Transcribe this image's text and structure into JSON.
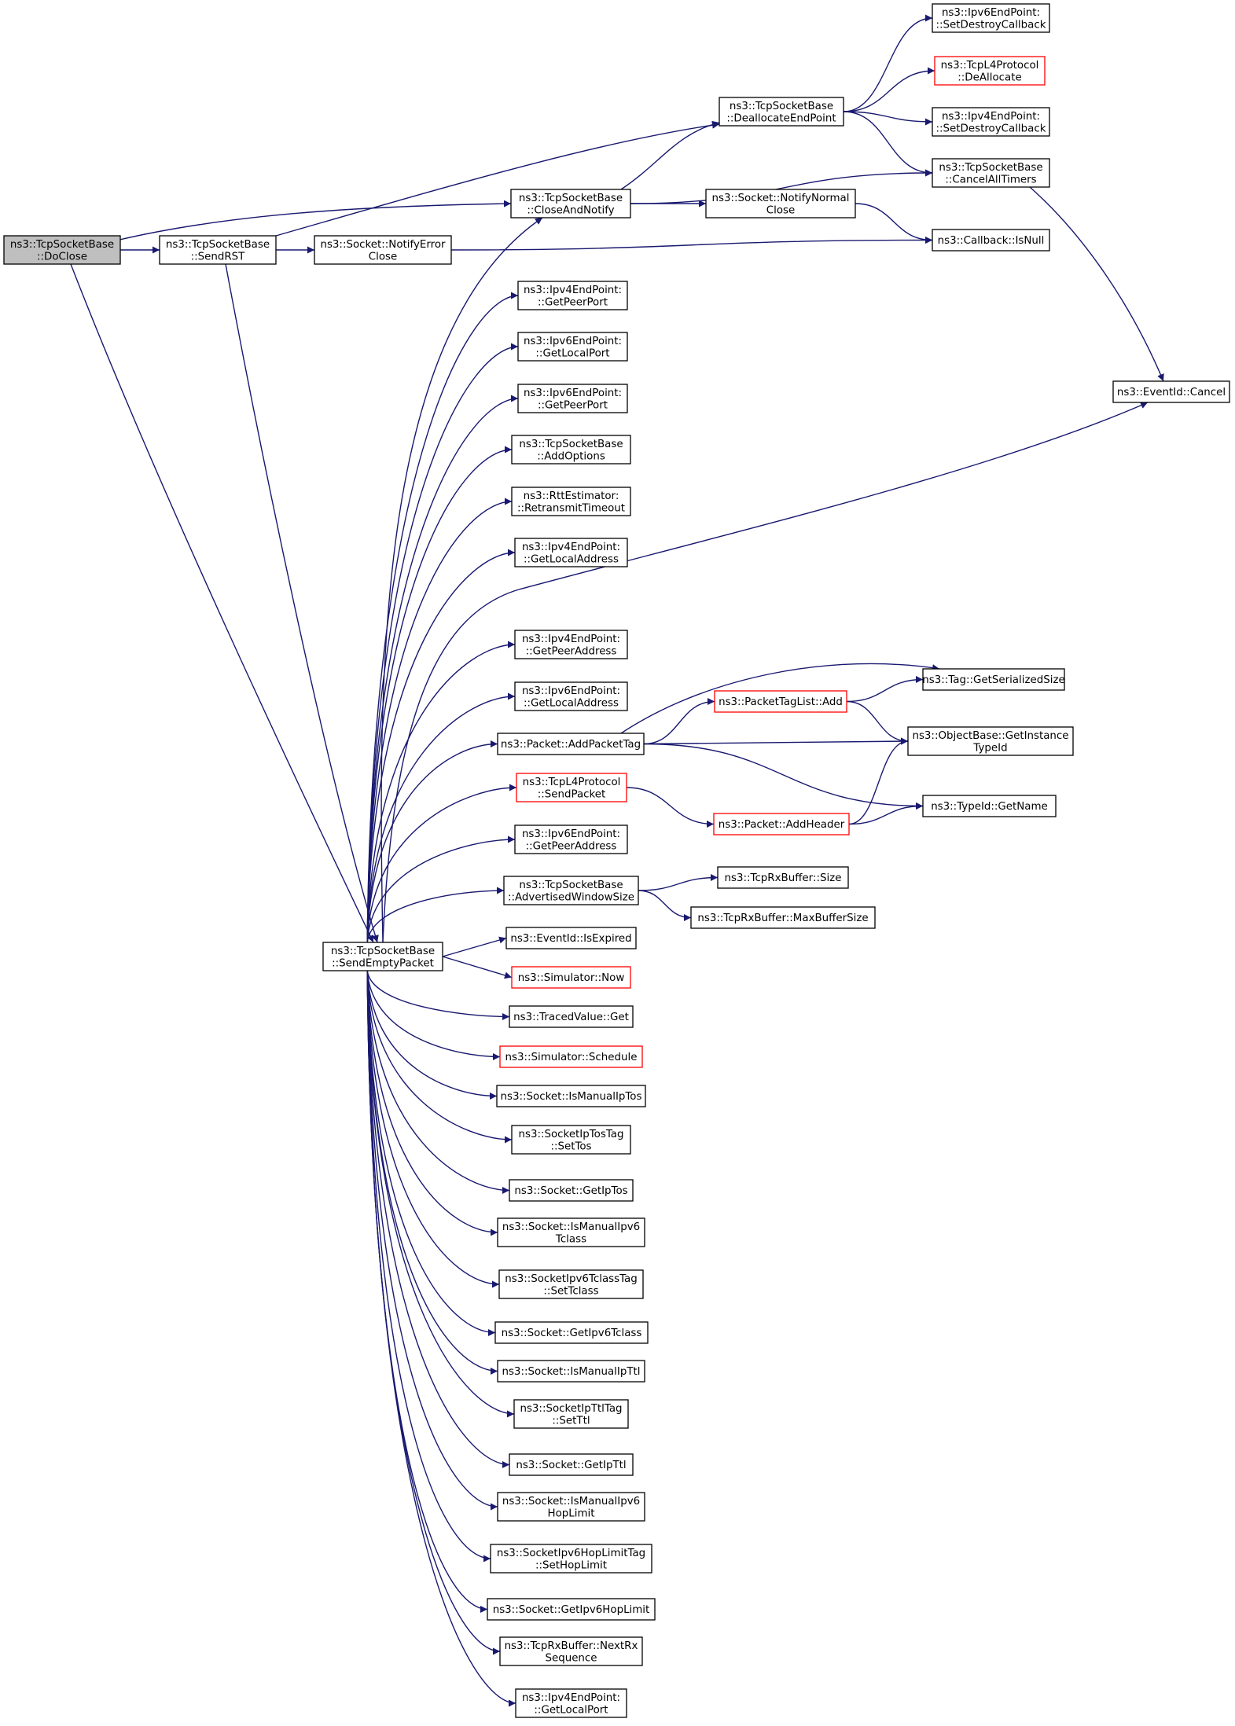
{
  "nodes": [
    {
      "id": "doclose",
      "lines": [
        "ns3::TcpSocketBase",
        "::DoClose"
      ],
      "style": "root"
    },
    {
      "id": "sendrst",
      "lines": [
        "ns3::TcpSocketBase",
        "::SendRST"
      ]
    },
    {
      "id": "notifyerror",
      "lines": [
        "ns3::Socket::NotifyError",
        "Close"
      ]
    },
    {
      "id": "closeandnotify",
      "lines": [
        "ns3::TcpSocketBase",
        "::CloseAndNotify"
      ]
    },
    {
      "id": "deallocate",
      "lines": [
        "ns3::TcpSocketBase",
        "::DeallocateEndPoint"
      ]
    },
    {
      "id": "notifynormal",
      "lines": [
        "ns3::Socket::NotifyNormal",
        "Close"
      ]
    },
    {
      "id": "ipv6destroy",
      "lines": [
        "ns3::Ipv6EndPoint:",
        "::SetDestroyCallback"
      ]
    },
    {
      "id": "tcpl4dealloc",
      "lines": [
        "ns3::TcpL4Protocol",
        "::DeAllocate"
      ],
      "style": "trunc"
    },
    {
      "id": "ipv4destroy",
      "lines": [
        "ns3::Ipv4EndPoint:",
        "::SetDestroyCallback"
      ]
    },
    {
      "id": "cancelall",
      "lines": [
        "ns3::TcpSocketBase",
        "::CancelAllTimers"
      ]
    },
    {
      "id": "isnull",
      "lines": [
        "ns3::Callback::IsNull"
      ]
    },
    {
      "id": "eventcancel",
      "lines": [
        "ns3::EventId::Cancel"
      ]
    },
    {
      "id": "sendempty",
      "lines": [
        "ns3::TcpSocketBase",
        "::SendEmptyPacket"
      ]
    },
    {
      "id": "v4peerport",
      "lines": [
        "ns3::Ipv4EndPoint:",
        "::GetPeerPort"
      ]
    },
    {
      "id": "v6localport",
      "lines": [
        "ns3::Ipv6EndPoint:",
        "::GetLocalPort"
      ]
    },
    {
      "id": "v6peerport",
      "lines": [
        "ns3::Ipv6EndPoint:",
        "::GetPeerPort"
      ]
    },
    {
      "id": "addoptions",
      "lines": [
        "ns3::TcpSocketBase",
        "::AddOptions"
      ]
    },
    {
      "id": "rtto",
      "lines": [
        "ns3::RttEstimator:",
        "::RetransmitTimeout"
      ]
    },
    {
      "id": "v4localaddr",
      "lines": [
        "ns3::Ipv4EndPoint:",
        "::GetLocalAddress"
      ]
    },
    {
      "id": "v4peeraddr",
      "lines": [
        "ns3::Ipv4EndPoint:",
        "::GetPeerAddress"
      ]
    },
    {
      "id": "v6localaddr",
      "lines": [
        "ns3::Ipv6EndPoint:",
        "::GetLocalAddress"
      ]
    },
    {
      "id": "addpackettag",
      "lines": [
        "ns3::Packet::AddPacketTag"
      ]
    },
    {
      "id": "tcpl4send",
      "lines": [
        "ns3::TcpL4Protocol",
        "::SendPacket"
      ],
      "style": "trunc"
    },
    {
      "id": "v6peeraddr",
      "lines": [
        "ns3::Ipv6EndPoint:",
        "::GetPeerAddress"
      ]
    },
    {
      "id": "advwin",
      "lines": [
        "ns3::TcpSocketBase",
        "::AdvertisedWindowSize"
      ]
    },
    {
      "id": "isexpired",
      "lines": [
        "ns3::EventId::IsExpired"
      ]
    },
    {
      "id": "simnow",
      "lines": [
        "ns3::Simulator::Now"
      ],
      "style": "trunc"
    },
    {
      "id": "tracedget",
      "lines": [
        "ns3::TracedValue::Get"
      ]
    },
    {
      "id": "simschedule",
      "lines": [
        "ns3::Simulator::Schedule"
      ],
      "style": "trunc"
    },
    {
      "id": "ismaniptos",
      "lines": [
        "ns3::Socket::IsManualIpTos"
      ]
    },
    {
      "id": "settos",
      "lines": [
        "ns3::SocketIpTosTag",
        "::SetTos"
      ]
    },
    {
      "id": "getiptos",
      "lines": [
        "ns3::Socket::GetIpTos"
      ]
    },
    {
      "id": "ismanv6tc",
      "lines": [
        "ns3::Socket::IsManualIpv6",
        "Tclass"
      ]
    },
    {
      "id": "settclass",
      "lines": [
        "ns3::SocketIpv6TclassTag",
        "::SetTclass"
      ]
    },
    {
      "id": "getv6tc",
      "lines": [
        "ns3::Socket::GetIpv6Tclass"
      ]
    },
    {
      "id": "ismanipttl",
      "lines": [
        "ns3::Socket::IsManualIpTtl"
      ]
    },
    {
      "id": "setttl",
      "lines": [
        "ns3::SocketIpTtlTag",
        "::SetTtl"
      ]
    },
    {
      "id": "getipttl",
      "lines": [
        "ns3::Socket::GetIpTtl"
      ]
    },
    {
      "id": "ismanv6hl",
      "lines": [
        "ns3::Socket::IsManualIpv6",
        "HopLimit"
      ]
    },
    {
      "id": "sethoplimit",
      "lines": [
        "ns3::SocketIpv6HopLimitTag",
        "::SetHopLimit"
      ]
    },
    {
      "id": "getv6hl",
      "lines": [
        "ns3::Socket::GetIpv6HopLimit"
      ]
    },
    {
      "id": "nextrxseq",
      "lines": [
        "ns3::TcpRxBuffer::NextRx",
        "Sequence"
      ]
    },
    {
      "id": "v4localport",
      "lines": [
        "ns3::Ipv4EndPoint:",
        "::GetLocalPort"
      ]
    },
    {
      "id": "tagserial",
      "lines": [
        "ns3::Tag::GetSerializedSize"
      ]
    },
    {
      "id": "ptladd",
      "lines": [
        "ns3::PacketTagList::Add"
      ],
      "style": "trunc"
    },
    {
      "id": "getinstance",
      "lines": [
        "ns3::ObjectBase::GetInstance",
        "TypeId"
      ]
    },
    {
      "id": "typeidname",
      "lines": [
        "ns3::TypeId::GetName"
      ]
    },
    {
      "id": "addheader",
      "lines": [
        "ns3::Packet::AddHeader"
      ],
      "style": "trunc"
    },
    {
      "id": "rxsize",
      "lines": [
        "ns3::TcpRxBuffer::Size"
      ]
    },
    {
      "id": "rxmax",
      "lines": [
        "ns3::TcpRxBuffer::MaxBufferSize"
      ]
    }
  ],
  "edges": [
    [
      "doclose",
      "sendrst"
    ],
    [
      "doclose",
      "closeandnotify"
    ],
    [
      "doclose",
      "sendempty"
    ],
    [
      "sendrst",
      "notifyerror"
    ],
    [
      "sendrst",
      "deallocate"
    ],
    [
      "sendrst",
      "sendempty"
    ],
    [
      "notifyerror",
      "isnull"
    ],
    [
      "closeandnotify",
      "deallocate"
    ],
    [
      "closeandnotify",
      "cancelall"
    ],
    [
      "closeandnotify",
      "notifynormal"
    ],
    [
      "deallocate",
      "ipv6destroy"
    ],
    [
      "deallocate",
      "tcpl4dealloc"
    ],
    [
      "deallocate",
      "ipv4destroy"
    ],
    [
      "deallocate",
      "cancelall"
    ],
    [
      "notifynormal",
      "isnull"
    ],
    [
      "cancelall",
      "eventcancel"
    ],
    [
      "sendempty",
      "closeandnotify"
    ],
    [
      "sendempty",
      "v4peerport"
    ],
    [
      "sendempty",
      "v6localport"
    ],
    [
      "sendempty",
      "v6peerport"
    ],
    [
      "sendempty",
      "addoptions"
    ],
    [
      "sendempty",
      "rtto"
    ],
    [
      "sendempty",
      "v4localaddr"
    ],
    [
      "sendempty",
      "eventcancel"
    ],
    [
      "sendempty",
      "v4peeraddr"
    ],
    [
      "sendempty",
      "v6localaddr"
    ],
    [
      "sendempty",
      "addpackettag"
    ],
    [
      "sendempty",
      "tcpl4send"
    ],
    [
      "sendempty",
      "v6peeraddr"
    ],
    [
      "sendempty",
      "advwin"
    ],
    [
      "sendempty",
      "isexpired"
    ],
    [
      "sendempty",
      "simnow"
    ],
    [
      "sendempty",
      "tracedget"
    ],
    [
      "sendempty",
      "simschedule"
    ],
    [
      "sendempty",
      "ismaniptos"
    ],
    [
      "sendempty",
      "settos"
    ],
    [
      "sendempty",
      "getiptos"
    ],
    [
      "sendempty",
      "ismanv6tc"
    ],
    [
      "sendempty",
      "settclass"
    ],
    [
      "sendempty",
      "getv6tc"
    ],
    [
      "sendempty",
      "ismanipttl"
    ],
    [
      "sendempty",
      "setttl"
    ],
    [
      "sendempty",
      "getipttl"
    ],
    [
      "sendempty",
      "ismanv6hl"
    ],
    [
      "sendempty",
      "sethoplimit"
    ],
    [
      "sendempty",
      "getv6hl"
    ],
    [
      "sendempty",
      "nextrxseq"
    ],
    [
      "sendempty",
      "v4localport"
    ],
    [
      "addpackettag",
      "tagserial"
    ],
    [
      "addpackettag",
      "ptladd"
    ],
    [
      "addpackettag",
      "getinstance"
    ],
    [
      "addpackettag",
      "typeidname"
    ],
    [
      "ptladd",
      "tagserial"
    ],
    [
      "ptladd",
      "getinstance"
    ],
    [
      "tcpl4send",
      "addheader"
    ],
    [
      "addheader",
      "getinstance"
    ],
    [
      "addheader",
      "typeidname"
    ],
    [
      "advwin",
      "rxsize"
    ],
    [
      "advwin",
      "rxmax"
    ]
  ],
  "colors": {
    "edge": "#191970",
    "truncated_border": "#ff0000",
    "root_fill": "#bfbfbf"
  }
}
